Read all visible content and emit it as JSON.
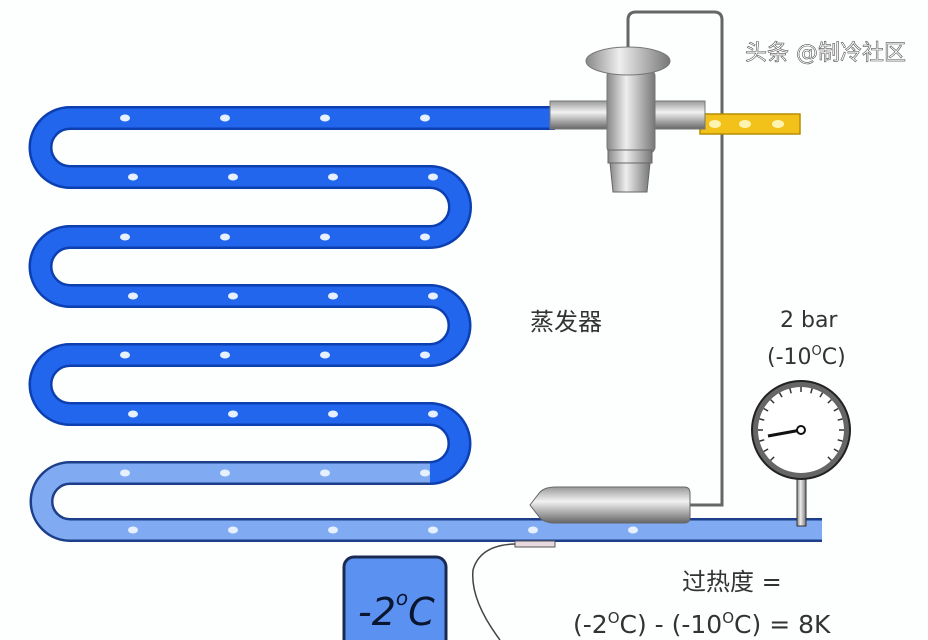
{
  "labels": {
    "evaporator": "蒸发器",
    "pressure": "2 bar",
    "saturation_temp_prefix": "(-10",
    "saturation_temp_deg": "O",
    "saturation_temp_suffix": "C)",
    "superheat_title": "过热度 =",
    "formula_part1": "(-2",
    "formula_deg1": "O",
    "formula_part2": "C) - (-10",
    "formula_deg2": "O",
    "formula_part3": "C) = 8K",
    "display_value": "-2",
    "display_deg": "o",
    "display_unit": "C",
    "watermark": "头条 @制冷社区"
  },
  "colors": {
    "pipe_liquid": "#1f5fe6",
    "pipe_vapor": "#7fa9f0",
    "pipe_inlet": "#f2c21a",
    "display_bg": "#5b92f2"
  }
}
